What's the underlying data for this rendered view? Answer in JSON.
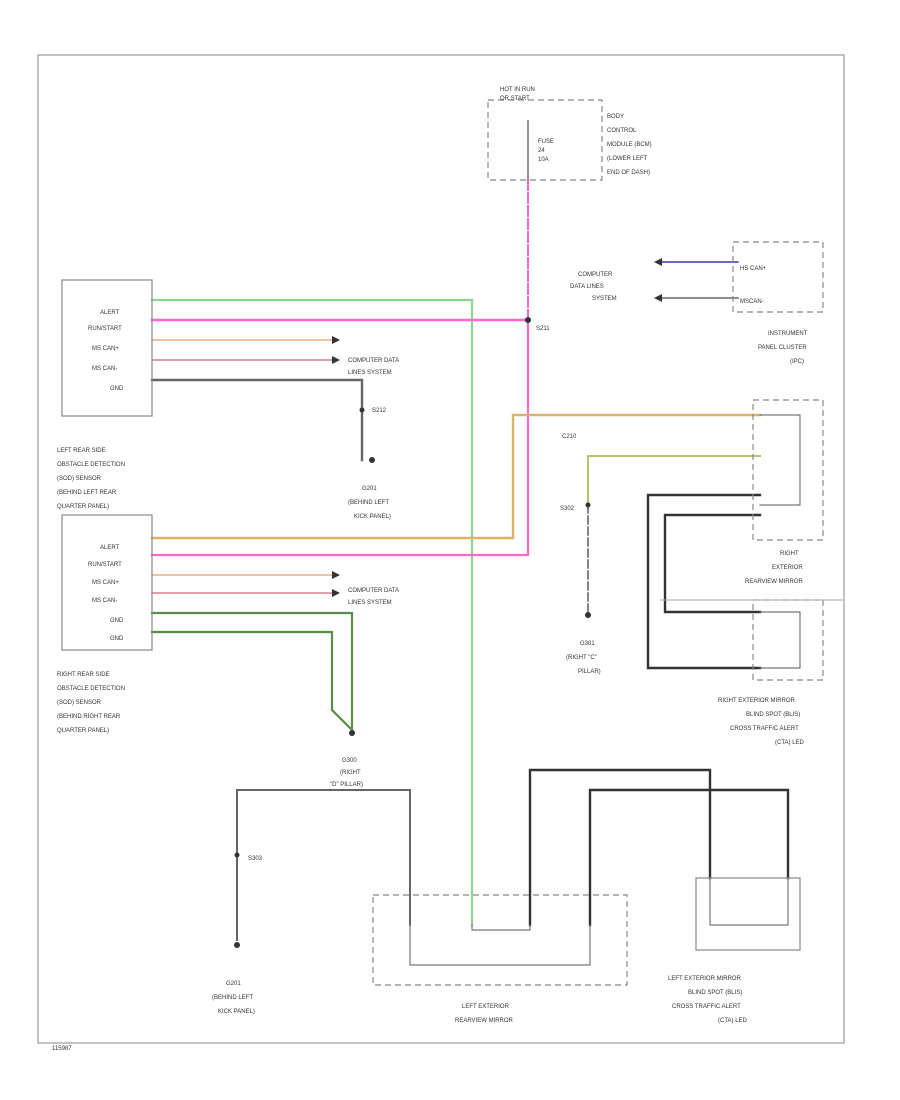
{
  "power": {
    "source": [
      "HOT IN RUN",
      "OR START"
    ],
    "fuse": [
      "FUSE",
      "24",
      "10A"
    ],
    "bcm": [
      "BODY",
      "CONTROL",
      "MODULE (BCM)",
      "(LOWER LEFT",
      "END OF DASH)"
    ]
  },
  "ipc": {
    "side": [
      "COMPUTER",
      "DATA LINES",
      "SYSTEM"
    ],
    "pins": [
      "HS CAN+",
      "MSCAN-"
    ],
    "name": [
      "INSTRUMENT",
      "PANEL CLUSTER",
      "(IPC)"
    ]
  },
  "left_sensor": {
    "pins": [
      "ALERT",
      "RUN/START",
      "MS CAN+",
      "MS CAN-",
      "GND"
    ],
    "name": [
      "LEFT REAR SIDE",
      "OBSTACLE DETECTION",
      "(SOD) SENSOR",
      "(BEHIND LEFT REAR",
      "QUARTER PANEL)"
    ]
  },
  "right_sensor": {
    "pins": [
      "ALERT",
      "RUN/START",
      "MS CAN+",
      "MS CAN-",
      "GND",
      "GND"
    ],
    "name": [
      "RIGHT REAR SIDE",
      "OBSTACLE DETECTION",
      "(SOD) SENSOR",
      "(BEHIND RIGHT REAR",
      "QUARTER PANEL)"
    ]
  },
  "cds_label": [
    "COMPUTER DATA",
    "LINES SYSTEM"
  ],
  "splices": {
    "s211": "S211",
    "s212": "S212",
    "s302": "S302",
    "s303": "S303"
  },
  "c210": "C210",
  "grounds": {
    "g201a": [
      "G201",
      "(BEHIND LEFT",
      "KICK PANEL)"
    ],
    "g301": [
      "G301",
      "(RIGHT \"C\"",
      "PILLAR)"
    ],
    "g300": [
      "G300",
      "(RIGHT",
      "\"D\" PILLAR)"
    ],
    "g201b": [
      "G201",
      "(BEHIND LEFT",
      "KICK PANEL)"
    ]
  },
  "mirrors": {
    "right_mirror": [
      "RIGHT",
      "EXTERIOR",
      "REARVIEW MIRROR"
    ],
    "right_led": [
      "RIGHT EXTERIOR MIRROR",
      "BLIND SPOT (BLIS)",
      "CROSS TRAFFIC ALERT",
      "(CTA) LED"
    ],
    "left_mirror": [
      "LEFT EXTERIOR",
      "REARVIEW MIRROR"
    ],
    "left_led": [
      "LEFT EXTERIOR MIRROR",
      "BLIND SPOT (BLIS)",
      "CROSS TRAFFIC ALERT",
      "(CTA) LED"
    ]
  },
  "footer": "115987",
  "colors": {
    "green": "#8fd18f",
    "pink": "#ff66cc",
    "tan": "#d9b36c",
    "olive": "#b8c46a",
    "gray": "#666666",
    "black": "#333333",
    "blue": "#3a3aa8",
    "darkgreen": "#5a8c4a"
  }
}
